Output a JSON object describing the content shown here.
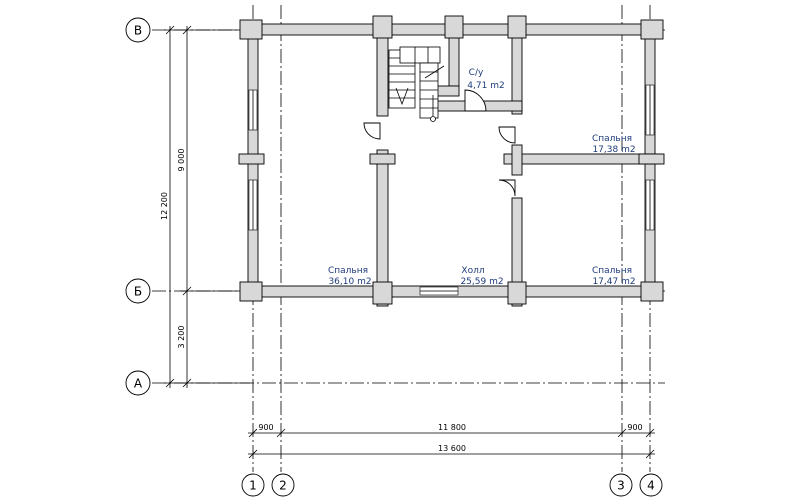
{
  "axes": {
    "rows": [
      {
        "id": "row-v",
        "label": "В"
      },
      {
        "id": "row-b",
        "label": "Б"
      },
      {
        "id": "row-a",
        "label": "А"
      }
    ],
    "cols": [
      {
        "id": "col-1",
        "label": "1"
      },
      {
        "id": "col-2",
        "label": "2"
      },
      {
        "id": "col-3",
        "label": "3"
      },
      {
        "id": "col-4",
        "label": "4"
      }
    ]
  },
  "dimensions": {
    "vertical": {
      "total": "12 200",
      "upper": "9 000",
      "lower": "3 200"
    },
    "horizontal": {
      "left": "900",
      "middle": "11 800",
      "right": "900",
      "total": "13 600"
    }
  },
  "rooms": [
    {
      "id": "room-bathroom",
      "name": "С/у",
      "area": "4,71 m2"
    },
    {
      "id": "room-bedroom-ne",
      "name": "Спальня",
      "area": "17,38 m2"
    },
    {
      "id": "room-bedroom-w",
      "name": "Спальня",
      "area": "36,10 m2"
    },
    {
      "id": "room-hall",
      "name": "Холл",
      "area": "25,59 m2"
    },
    {
      "id": "room-bedroom-se",
      "name": "Спальня",
      "area": "17,47 m2"
    }
  ]
}
